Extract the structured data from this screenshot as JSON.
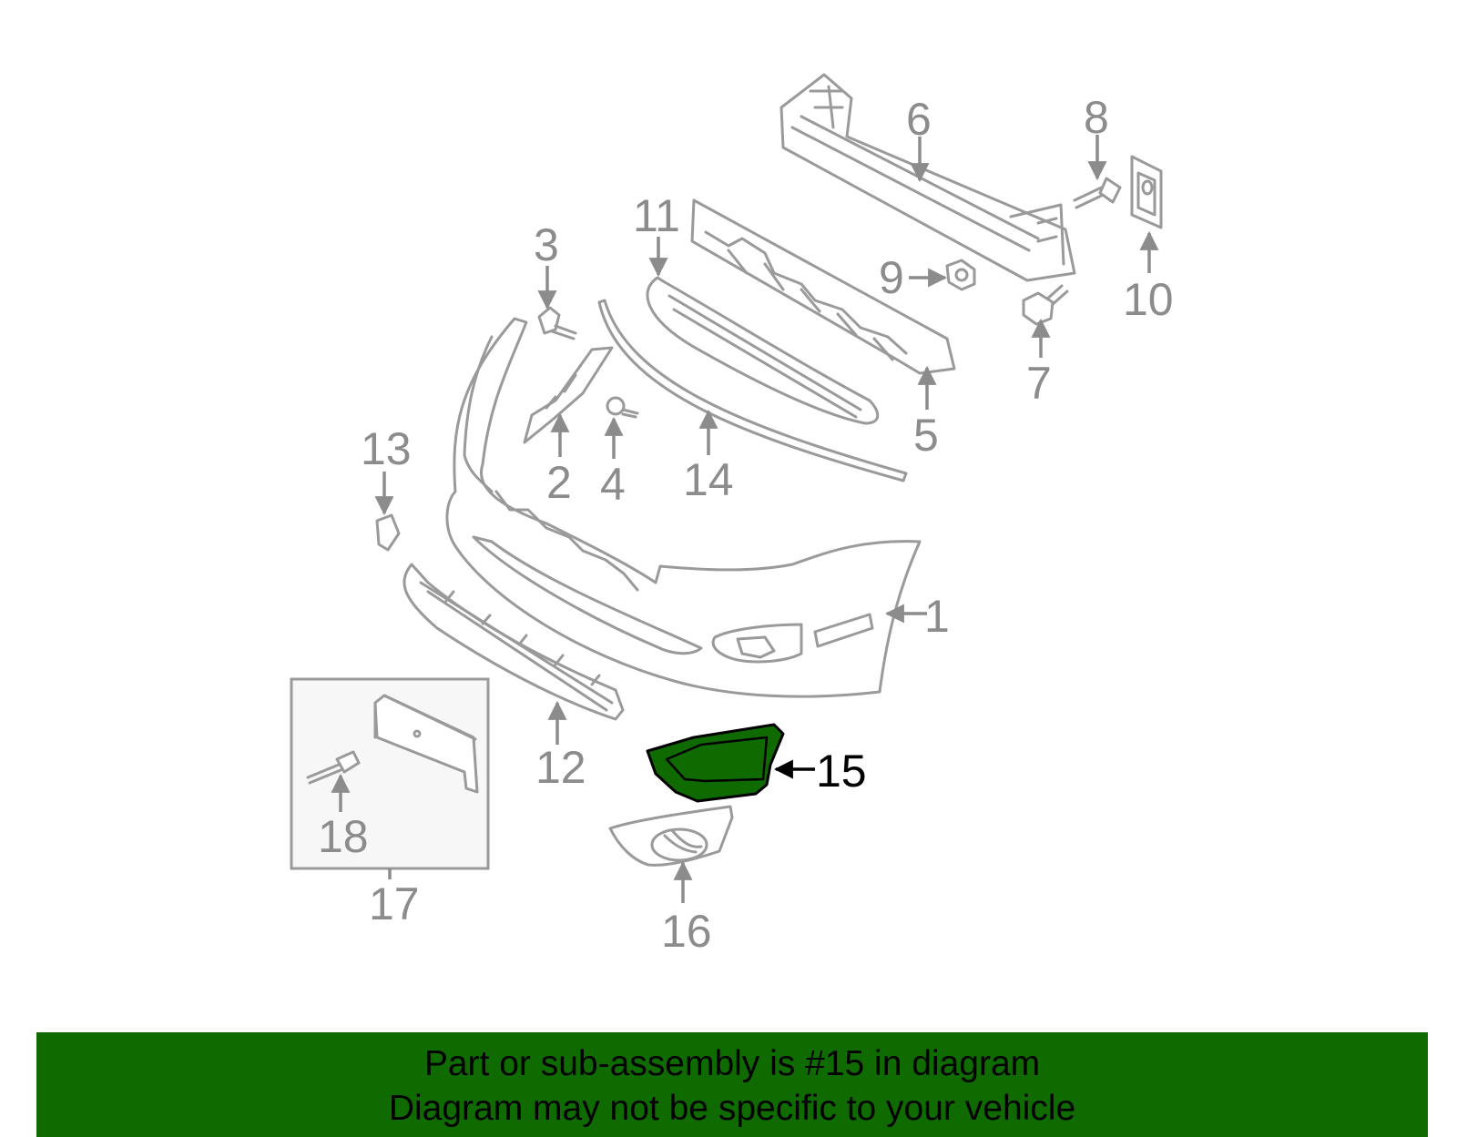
{
  "callouts": {
    "c1": "1",
    "c2": "2",
    "c3": "3",
    "c4": "4",
    "c5": "5",
    "c6": "6",
    "c7": "7",
    "c8": "8",
    "c9": "9",
    "c10": "10",
    "c11": "11",
    "c12": "12",
    "c13": "13",
    "c14": "14",
    "c15": "15",
    "c16": "16",
    "c17": "17",
    "c18": "18"
  },
  "highlight": {
    "part_number": "15",
    "fill_color": "#0f6b00",
    "outline_color": "#000000"
  },
  "colors": {
    "line_art": "#9a9a9a",
    "callout_text": "#8c8c8c",
    "banner_background": "#0f6b00",
    "inset_background": "#f7f7f7"
  },
  "banner": {
    "line1": "Part or sub-assembly is #15 in diagram",
    "line2": "Diagram may not be specific to your vehicle"
  }
}
